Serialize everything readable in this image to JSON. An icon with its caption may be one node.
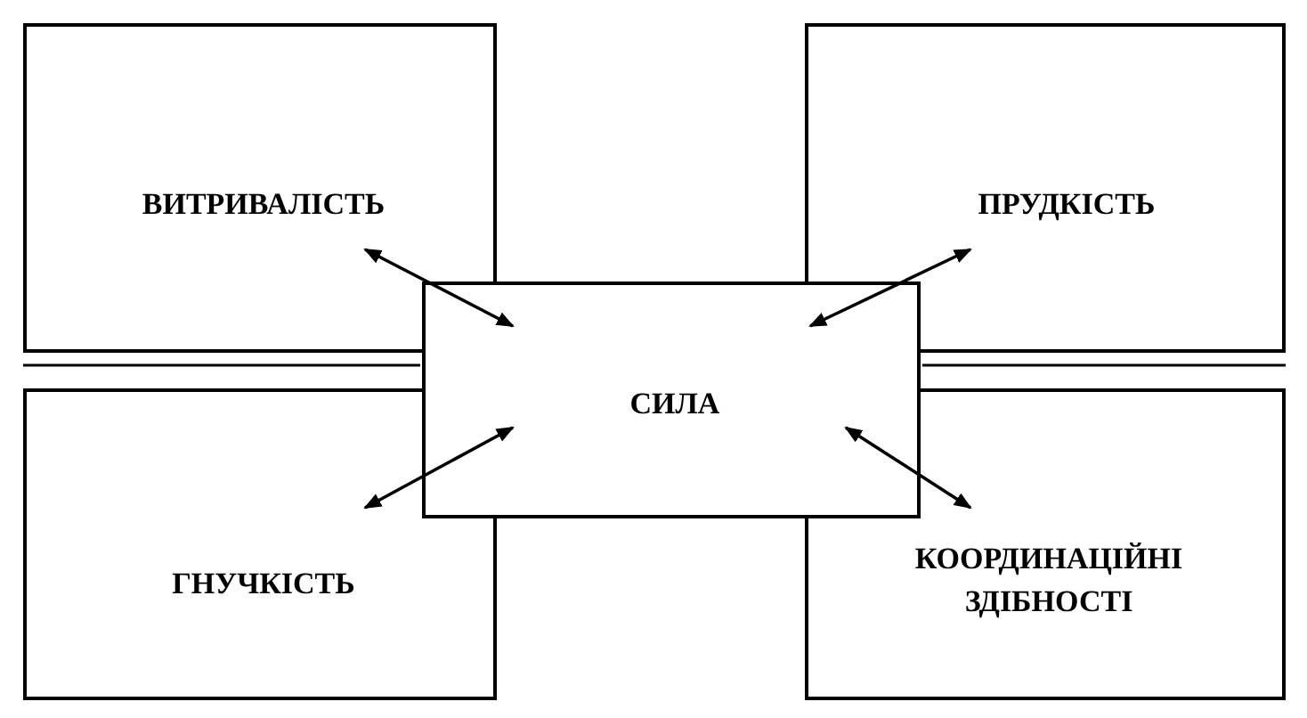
{
  "diagram": {
    "nodes": [
      {
        "text": [
          "ВИТРИВАЛІСТЬ"
        ]
      },
      {
        "text": [
          "ПРУДКІСТЬ"
        ]
      },
      {
        "text": [
          "СИЛА"
        ]
      },
      {
        "text": [
          "ГНУЧКІСТЬ"
        ]
      },
      {
        "text": [
          "КООРДИНАЦІЙНІ ЗДІБНОСТІ"
        ]
      }
    ],
    "edges": [
      {
        "from": 0,
        "to": 2,
        "arrow": "both"
      },
      {
        "from": 1,
        "to": 2,
        "arrow": "both"
      },
      {
        "from": 3,
        "to": 2,
        "arrow": "both"
      },
      {
        "from": 4,
        "to": 2,
        "arrow": "both"
      }
    ]
  }
}
